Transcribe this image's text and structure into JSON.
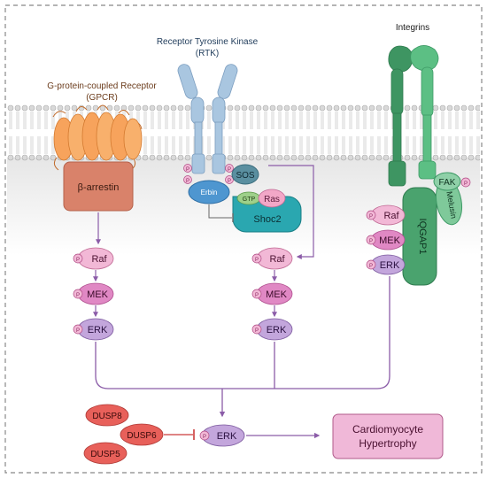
{
  "labels": {
    "gpcr_line1": "G-protein-coupled Receptor",
    "gpcr_line2": "(GPCR)",
    "rtk_line1": "Receptor Tyrosine Kinase",
    "rtk_line2": "(RTK)",
    "integrins": "Integrins",
    "beta_arrestin": "β-arrestin",
    "sos": "SOS",
    "erbin": "Erbin",
    "gtp": "GTP",
    "ras": "Ras",
    "shoc2": "Shoc2",
    "fak": "FAK",
    "melusin": "Melusin",
    "iqgap1": "IQGAP1",
    "raf": "Raf",
    "mek": "MEK",
    "erk": "ERK",
    "phospho": "P",
    "dusp8": "DUSP8",
    "dusp6": "DUSP6",
    "dusp5": "DUSP5",
    "outcome_line1": "Cardiomyocyte",
    "outcome_line2": "Hypertrophy"
  },
  "colors": {
    "gpcr_orange": "#f7a35c",
    "arrestin_fill": "#d9826a",
    "rtk_blue": "#a9c6e0",
    "integrin_green": "#4aa36e",
    "erbin_blue": "#4e96d0",
    "sos_teal": "#5a8fa0",
    "shoc2_teal": "#2aa7b0",
    "ras_pink": "#f2a7c7",
    "gtp_green": "#9ed08a",
    "raf_pink": "#f2b8d6",
    "mek_magenta": "#e088c4",
    "erk_lavender": "#c3a6dc",
    "dusp_red": "#e8605a",
    "outcome_pink": "#f0b8d8",
    "arrow_purple": "#8b5ca8",
    "inhibit_red": "#cc3b3b"
  }
}
